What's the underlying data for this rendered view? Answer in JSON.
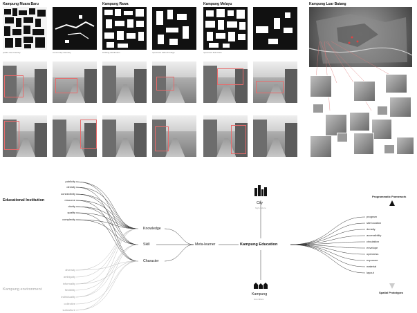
{
  "sites": {
    "muara_baru": {
      "title": "Kampung Muara Baru",
      "cap1": "public-use-intensity",
      "cap2": "community intensity"
    },
    "rawa": {
      "title": "Kampung Rawa",
      "cap1": "building distribution",
      "cap2": "openness sales frontage"
    },
    "melayu": {
      "title": "Kampung Melayu",
      "cap1": "openness field trace",
      "cap2": ""
    },
    "luar_batang": {
      "title": "Kampung Luar Batang"
    }
  },
  "diagram": {
    "left_top_title": "Educational Institution",
    "left_bottom_title": "Kampung environment",
    "edu_attributes": [
      "publicity",
      "density",
      "connectivity",
      "resource",
      "clarity",
      "quality",
      "complexity"
    ],
    "env_attributes": [
      "diversity",
      "ambiguity",
      "informality",
      "flexibility",
      "individuality",
      "collective",
      "subculture"
    ],
    "outcomes": [
      "Knowledge",
      "Skill",
      "Character"
    ],
    "meta": "Meta-learner",
    "center": "Kampung Education",
    "city": {
      "label": "City",
      "sub": "high culture"
    },
    "kampung": {
      "label": "Kampung",
      "sub": "low culture"
    },
    "right_attributes": [
      "program",
      "site location",
      "density",
      "accessibility",
      "circulation",
      "envelope",
      "openness",
      "exposure",
      "material",
      "layout"
    ],
    "framework_top": "Programmatic Framework",
    "framework_bottom": "Spatial Prototypes"
  }
}
